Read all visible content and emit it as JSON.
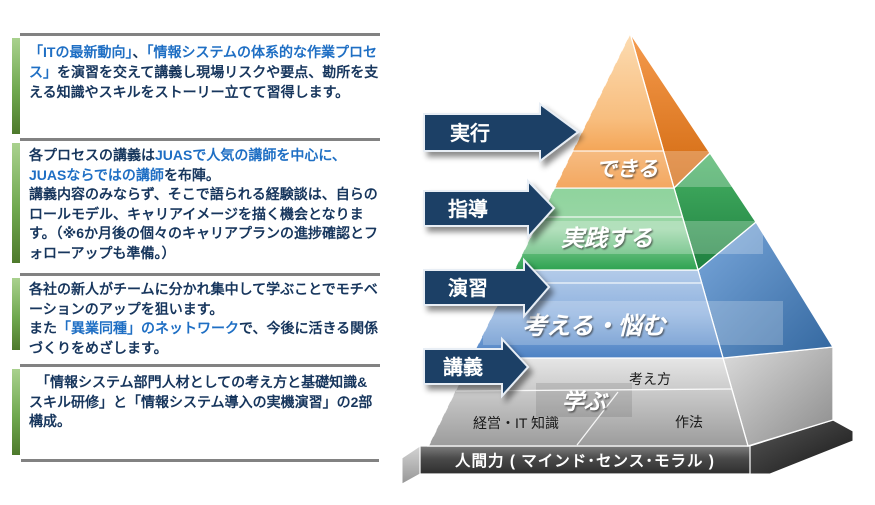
{
  "panels": [
    {
      "paragraphs": [
        {
          "segments": [
            {
              "t": "「ITの最新動向」",
              "c": "blue"
            },
            {
              "t": "、",
              "c": "navy"
            },
            {
              "t": "「情報システムの体系的な作業プロセス」",
              "c": "blue"
            },
            {
              "t": "を演習を交えて講義し現場リスクや要点、勘所を支える知識やスキルをストーリー立てて習得します。",
              "c": "navy"
            }
          ]
        }
      ]
    },
    {
      "paragraphs": [
        {
          "segments": [
            {
              "t": "各プロセスの講義は",
              "c": "navy"
            },
            {
              "t": "JUASで人気の講師を中心に、JUASならではの講師",
              "c": "blue"
            },
            {
              "t": "を布陣。",
              "c": "navy"
            }
          ]
        },
        {
          "segments": [
            {
              "t": "講義内容のみならず、そこで語られる経験談は、自らのロールモデル、キャリアイメージを描く機会となります。（※6か月後の個々のキャリアプランの進捗確認とフォローアップも準備。）",
              "c": "navy"
            }
          ]
        }
      ]
    },
    {
      "paragraphs": [
        {
          "segments": [
            {
              "t": "各社の新人がチームに分かれ集中して学ぶことでモチベーションのアップを狙います。",
              "c": "navy"
            }
          ]
        },
        {
          "segments": [
            {
              "t": "また",
              "c": "navy"
            },
            {
              "t": "「異業同種」のネットワーク",
              "c": "blue"
            },
            {
              "t": "で、今後に活きる関係づくりをめざします。",
              "c": "navy"
            }
          ]
        }
      ]
    },
    {
      "paragraphs": [
        {
          "segments": [
            {
              "t": "　「情報システム部門人材としての考え方と基礎知識&スキル研修」と「情報システム導入の実機演習」の2部構成。",
              "c": "navy"
            }
          ]
        }
      ]
    }
  ],
  "pyramid": {
    "arrows": [
      "実行",
      "指導",
      "演習",
      "講義"
    ],
    "levels": [
      {
        "label": "できる",
        "color": "#F79646"
      },
      {
        "label": "実践する",
        "color": "#3FAE5C"
      },
      {
        "label": "考える・悩む",
        "color": "#6C9BD2"
      },
      {
        "label": "学ぶ",
        "color": "#BFBFBF"
      }
    ],
    "gray_labels": {
      "top": "考え方",
      "bottom_left": "経営・IT 知識",
      "bottom_right": "作法"
    },
    "base_label": "人間力 ( マインド･センス･モラル )"
  },
  "colors": {
    "text_navy": "#17365D",
    "accent_blue": "#1F6FC4",
    "arrow_navy": "#1A4066",
    "bar_green_top": "#A9D18E",
    "bar_green_bottom": "#4E7A2C",
    "separator_gray": "#828282",
    "level_orange": "#F79646",
    "level_green": "#3FAE5C",
    "level_blue": "#6C9BD2",
    "level_gray": "#BFBFBF",
    "base_dark": "#3F3F3F"
  }
}
